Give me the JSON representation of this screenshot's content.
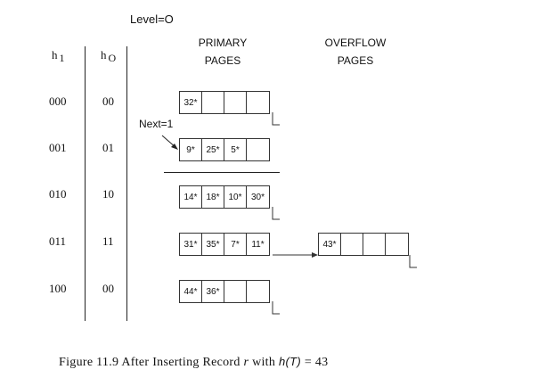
{
  "level_label": "Level=O",
  "headers": {
    "h1_main": "h",
    "h1_sub": "1",
    "h0_main": "h",
    "h0_sub": "O",
    "primary_line1": "PRIMARY",
    "primary_line2": "PAGES",
    "overflow_line1": "OVERFLOW",
    "overflow_line2": "PAGES"
  },
  "next_label": "Next=1",
  "rows": [
    {
      "h1": "000",
      "h0": "00",
      "slots": [
        "32*",
        "",
        "",
        ""
      ]
    },
    {
      "h1": "001",
      "h0": "01",
      "slots": [
        "9*",
        "25*",
        "5*",
        ""
      ]
    },
    {
      "h1": "010",
      "h0": "10",
      "slots": [
        "14*",
        "18*",
        "10*",
        "30*"
      ]
    },
    {
      "h1": "011",
      "h0": "11",
      "slots": [
        "31*",
        "35*",
        "7*",
        "11*"
      ]
    },
    {
      "h1": "100",
      "h0": "00",
      "slots": [
        "44*",
        "36*",
        "",
        ""
      ]
    }
  ],
  "overflow": {
    "slots": [
      "43*",
      "",
      "",
      ""
    ]
  },
  "caption": {
    "prefix": "Figure 11.9   After Inserting Record",
    "var": "r",
    "with": "with",
    "func": "h(T)",
    "eq": "= 43"
  }
}
